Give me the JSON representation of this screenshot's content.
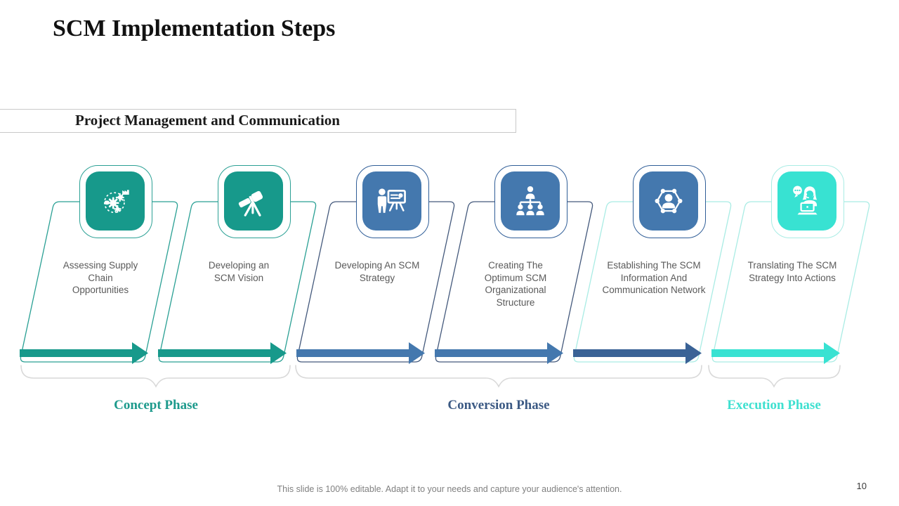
{
  "slide": {
    "title": "SCM Implementation Steps",
    "banner": "Project Management and Communication",
    "footer": "This slide is 100% editable. Adapt it to your needs and capture your audience's attention.",
    "page_number": "10"
  },
  "colors": {
    "brace": "#d9d9d9",
    "step_text": "#5a5a5a"
  },
  "steps": [
    {
      "label": "Assessing Supply\nChain\nOpportunities",
      "icon": "process-gears-icon",
      "fill": "#17998b",
      "box_border": "#2aa094",
      "chevron_border": "#2aa094",
      "arrow": "#17998b"
    },
    {
      "label": "Developing an\nSCM Vision",
      "icon": "telescope-icon",
      "fill": "#17998b",
      "box_border": "#2aa094",
      "chevron_border": "#2aa094",
      "arrow": "#17998b"
    },
    {
      "label": "Developing An SCM\nStrategy",
      "icon": "presentation-icon",
      "fill": "#4478ae",
      "box_border": "#2f5d97",
      "chevron_border": "#44597c",
      "arrow": "#4478ae"
    },
    {
      "label": "Creating The\nOptimum SCM\nOrganizational\nStructure",
      "icon": "org-chart-icon",
      "fill": "#4478ae",
      "box_border": "#2f5d97",
      "chevron_border": "#44597c",
      "arrow": "#4478ae"
    },
    {
      "label": "Establishing The SCM\nInformation And\nCommunication Network",
      "icon": "network-people-icon",
      "fill": "#4478ae",
      "box_border": "#2f5d97",
      "chevron_border": "#a9ece4",
      "arrow": "#3a6296"
    },
    {
      "label": "Translating The SCM\nStrategy Into Actions",
      "icon": "support-agent-icon",
      "fill": "#38e2d2",
      "box_border": "#a9ece4",
      "chevron_border": "#a9ece4",
      "arrow": "#38e2d2"
    }
  ],
  "phases": [
    {
      "label": "Concept Phase",
      "color": "#1d9a8c"
    },
    {
      "label": "Conversion Phase",
      "color": "#3c5a84"
    },
    {
      "label": "Execution Phase",
      "color": "#3fe0d0"
    }
  ]
}
